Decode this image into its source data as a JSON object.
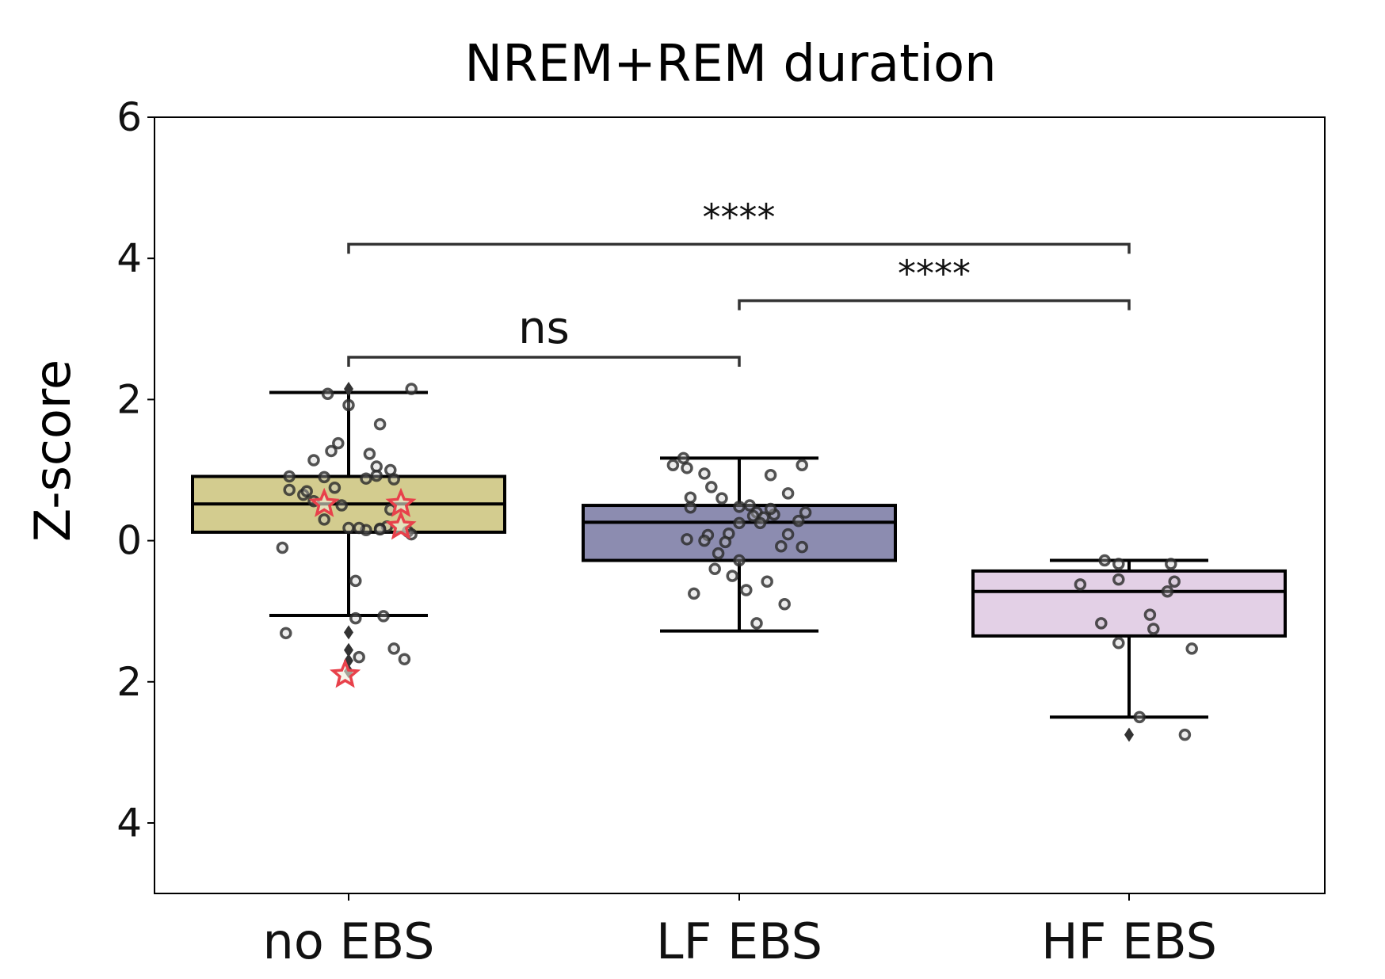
{
  "chart_data": {
    "type": "box",
    "title": "NREM+REM duration",
    "xlabel": "",
    "ylabel": "Z-score",
    "ylim": [
      -5,
      6
    ],
    "yticks": [
      6,
      4,
      2,
      0,
      -2,
      -4
    ],
    "ytick_labels": [
      "6",
      "4",
      "2",
      "0",
      "2",
      "4"
    ],
    "categories": [
      "no EBS",
      "LF EBS",
      "HF EBS"
    ],
    "grid": false,
    "legend": "none",
    "boxes": [
      {
        "name": "no EBS",
        "color": "#d3cc8f",
        "whisker_low": -1.06,
        "q1": 0.12,
        "median": 0.52,
        "q3": 0.91,
        "whisker_high": 2.1,
        "outliers": [
          2.15,
          -1.3,
          -1.55,
          -1.7,
          -1.85
        ]
      },
      {
        "name": "LF EBS",
        "color": "#8c8cb0",
        "whisker_low": -1.28,
        "q1": -0.28,
        "median": 0.26,
        "q3": 0.5,
        "whisker_high": 1.17,
        "outliers": []
      },
      {
        "name": "HF EBS",
        "color": "#e3d0e6",
        "whisker_low": -2.5,
        "q1": -1.35,
        "median": -0.72,
        "q3": -0.43,
        "whisker_high": -0.28,
        "outliers": [
          -2.75
        ]
      }
    ],
    "points": [
      {
        "group": 0,
        "offsets": [
          -0.17,
          -0.06,
          0.0,
          0.09,
          0.18,
          -0.05,
          -0.03,
          -0.1,
          0.08,
          0.06,
          0.12,
          -0.07,
          0.05,
          0.08,
          0.13,
          -0.17,
          -0.13,
          -0.04,
          -0.12,
          -0.1,
          -0.07,
          -0.02,
          0.0,
          0.12,
          0.11,
          0.09,
          0.09,
          0.17,
          -0.19,
          0.05,
          0.03,
          0.02,
          0.18,
          -0.18,
          0.1,
          0.13,
          0.16,
          0.02,
          0.03
        ],
        "values": [
          0.91,
          2.08,
          1.92,
          1.65,
          2.15,
          1.27,
          1.38,
          1.14,
          1.05,
          1.23,
          1.0,
          0.9,
          0.88,
          0.92,
          0.87,
          0.72,
          0.65,
          0.75,
          0.7,
          0.56,
          0.3,
          0.5,
          0.18,
          0.44,
          0.2,
          0.17,
          0.16,
          0.13,
          -0.1,
          0.15,
          0.18,
          -0.57,
          0.09,
          -1.31,
          -1.07,
          -1.53,
          -1.68,
          -1.1,
          -1.65
        ]
      },
      {
        "group": 1,
        "offsets": [
          -0.16,
          -0.15,
          -0.1,
          -0.19,
          -0.14,
          -0.08,
          -0.05,
          0.0,
          0.03,
          0.05,
          0.04,
          0.09,
          0.18,
          0.14,
          0.17,
          0.1,
          0.07,
          0.0,
          -0.03,
          -0.09,
          -0.1,
          -0.06,
          -0.14,
          -0.15,
          0.06,
          0.09,
          0.0,
          0.12,
          0.18,
          0.14,
          0.19,
          -0.02,
          -0.07,
          0.02,
          -0.13,
          -0.04,
          0.08,
          0.13,
          0.05
        ],
        "values": [
          1.17,
          1.03,
          0.95,
          1.07,
          0.61,
          0.76,
          0.6,
          0.48,
          0.5,
          0.4,
          0.35,
          0.93,
          1.07,
          0.67,
          0.28,
          0.37,
          0.33,
          0.25,
          0.1,
          0.08,
          0.0,
          -0.18,
          0.47,
          0.02,
          0.25,
          0.45,
          -0.28,
          -0.08,
          -0.09,
          0.09,
          0.4,
          -0.5,
          -0.4,
          -0.7,
          -0.75,
          -0.02,
          -0.58,
          -0.9,
          -1.17
        ]
      },
      {
        "group": 2,
        "offsets": [
          -0.07,
          -0.03,
          -0.14,
          -0.03,
          0.12,
          0.13,
          0.11,
          -0.08,
          -0.03,
          0.06,
          0.07,
          0.18,
          0.03,
          0.16
        ],
        "values": [
          -0.28,
          -0.33,
          -0.62,
          -0.55,
          -0.33,
          -0.58,
          -0.72,
          -1.17,
          -1.45,
          -1.05,
          -1.25,
          -1.53,
          -2.5,
          -2.75
        ]
      }
    ],
    "highlight_points": [
      {
        "group": 0,
        "offset": -0.07,
        "value": 0.52,
        "color": "#e8414b"
      },
      {
        "group": 0,
        "offset": 0.15,
        "value": 0.52,
        "color": "#e8414b"
      },
      {
        "group": 0,
        "offset": 0.15,
        "value": 0.2,
        "color": "#e8414b"
      },
      {
        "group": 0,
        "offset": -0.01,
        "value": -1.9,
        "color": "#e8414b"
      }
    ],
    "annotations": [
      {
        "from": 0,
        "to": 1,
        "y": 2.6,
        "label": "ns"
      },
      {
        "from": 1,
        "to": 2,
        "y": 3.4,
        "label": "****"
      },
      {
        "from": 0,
        "to": 2,
        "y": 4.2,
        "label": "****"
      }
    ]
  }
}
